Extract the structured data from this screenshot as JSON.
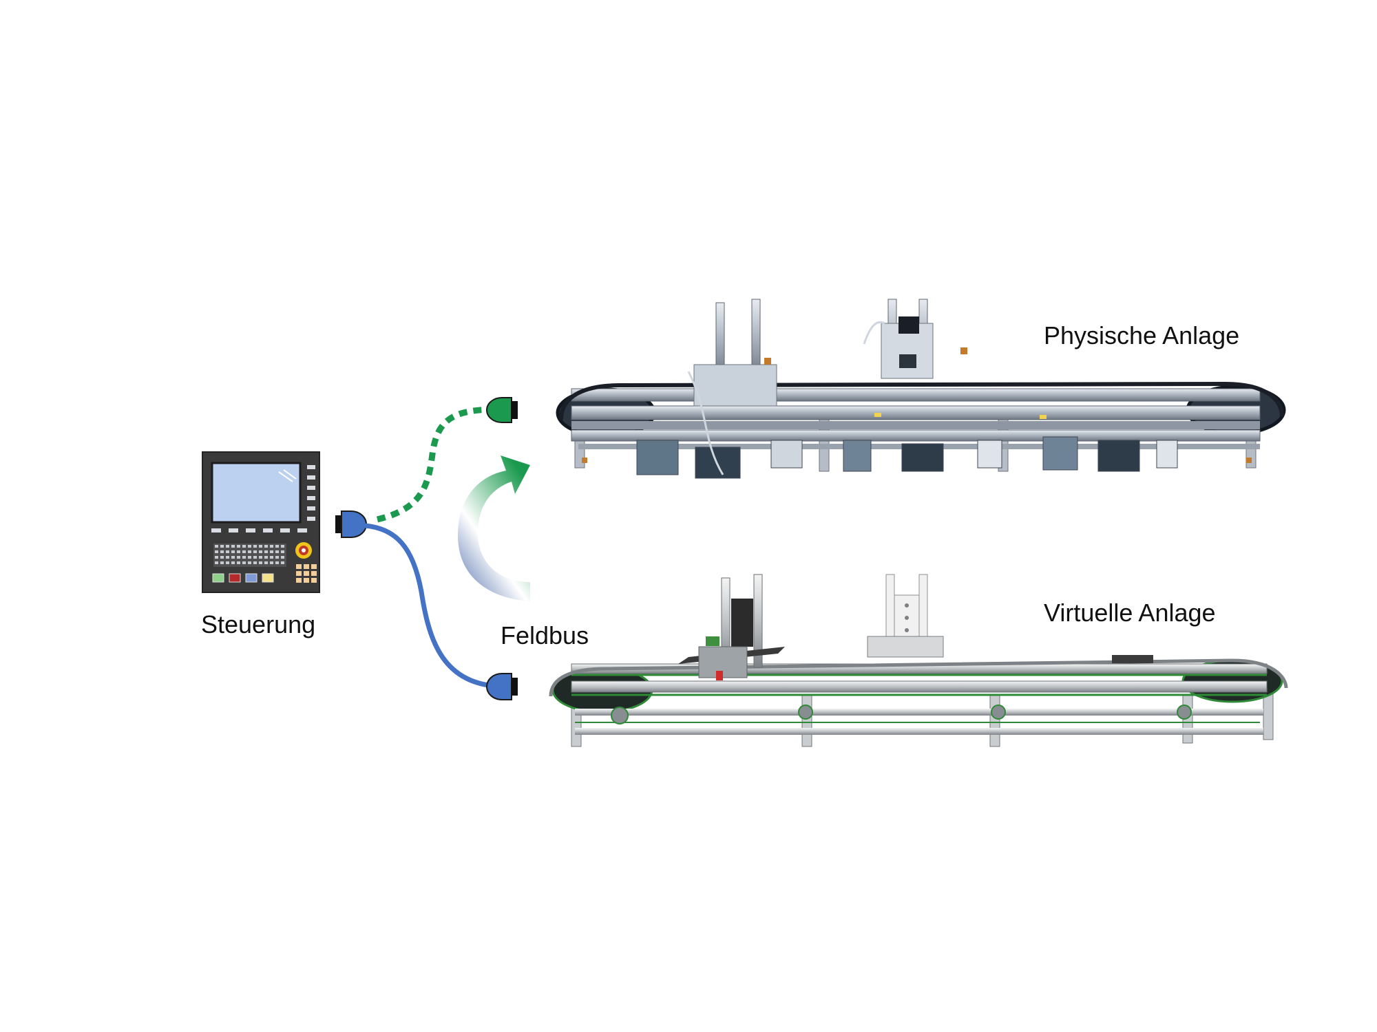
{
  "labels": {
    "controller": "Steuerung",
    "fieldbus": "Feldbus",
    "physical_plant": "Physische Anlage",
    "virtual_plant": "Virtuelle Anlage"
  },
  "colors": {
    "physical_link": "#1b9a4f",
    "virtual_link": "#4472c4",
    "controller_body": "#3a3a3a",
    "controller_screen": "#bcd0f0"
  },
  "icons": {
    "controller": "plc-control-panel-icon",
    "connector_out": "bus-connector-icon",
    "connector_physical": "bus-connector-icon",
    "connector_virtual": "bus-connector-icon",
    "switch_arrow": "curved-switch-arrow-icon"
  }
}
